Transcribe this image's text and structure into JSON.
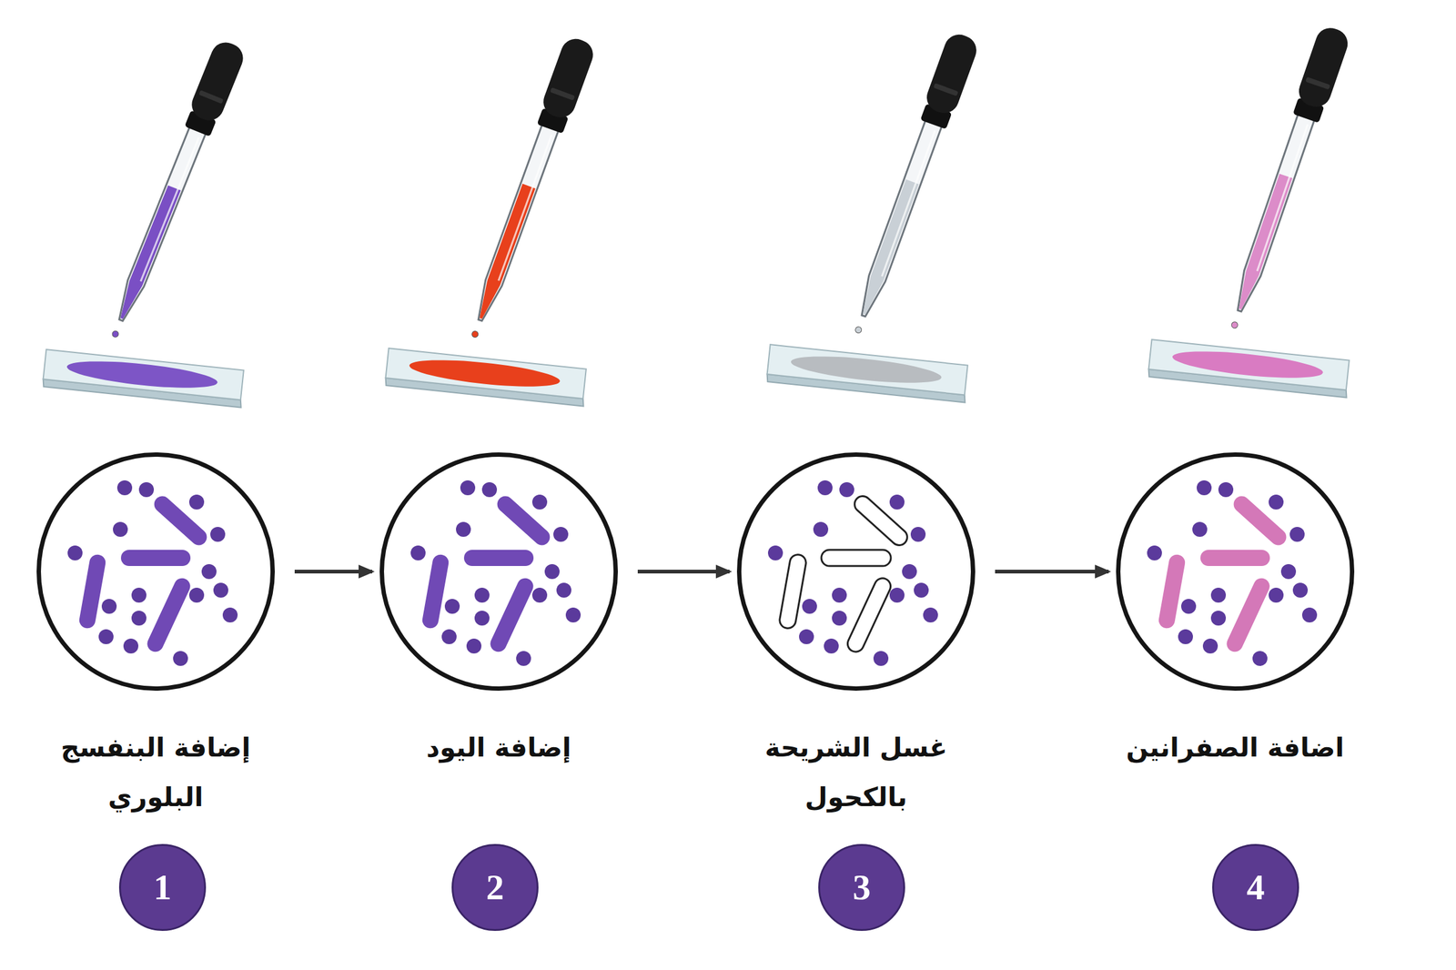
{
  "diagram": {
    "nodes": [
      {
        "text": [
          "إضافة البنفسج البلوري"
        ]
      },
      {
        "text": [
          "إضافة اليود"
        ]
      },
      {
        "text": [
          "غسل الشريحة بالكحول"
        ]
      },
      {
        "text": [
          "اضافة الصفرانين"
        ]
      },
      {
        "text": [
          "1"
        ]
      },
      {
        "text": [
          "2"
        ]
      },
      {
        "text": [
          "3"
        ]
      },
      {
        "text": [
          "4"
        ]
      }
    ],
    "edges": [
      {
        "from": 0,
        "to": 1,
        "arrow": "to"
      },
      {
        "from": 1,
        "to": 2,
        "arrow": "to"
      },
      {
        "from": 2,
        "to": 3,
        "arrow": "to"
      }
    ]
  }
}
